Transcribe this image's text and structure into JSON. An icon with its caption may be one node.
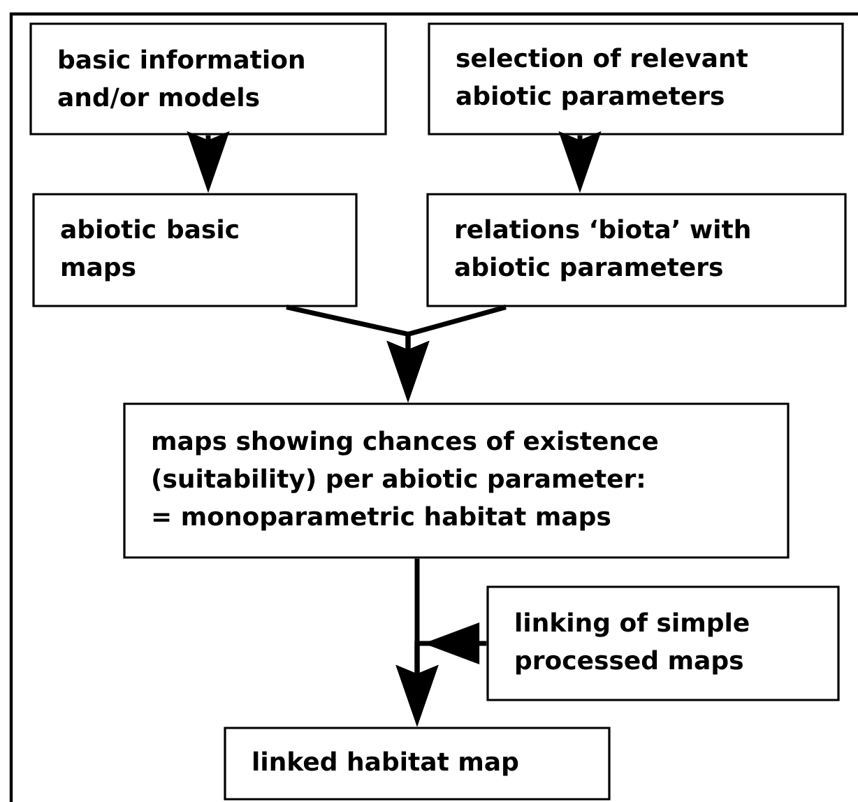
{
  "diagram": {
    "nodes": [
      {
        "text": [
          "basic information and/or models"
        ]
      },
      {
        "text": [
          "selection of relevant abiotic parameters"
        ]
      },
      {
        "text": [
          "abiotic basic maps"
        ]
      },
      {
        "text": [
          "relations ‘biota’ with abiotic parameters"
        ]
      },
      {
        "text": [
          "maps showing chances of existence (suitability) per abiotic parameter: = monoparametric habitat maps"
        ]
      },
      {
        "text": [
          "linking of simple processed maps"
        ]
      },
      {
        "text": [
          "linked habitat map"
        ]
      }
    ],
    "edges": [
      {
        "from": 0,
        "to": 2,
        "arrow": "to"
      },
      {
        "from": 1,
        "to": 3,
        "arrow": "to"
      },
      {
        "from": 2,
        "to": 4,
        "arrow": "to"
      },
      {
        "from": 3,
        "to": 4,
        "arrow": "to"
      },
      {
        "from": 4,
        "to": 6,
        "arrow": "to"
      },
      {
        "from": 5,
        "to": 6,
        "arrow": "to"
      }
    ]
  }
}
